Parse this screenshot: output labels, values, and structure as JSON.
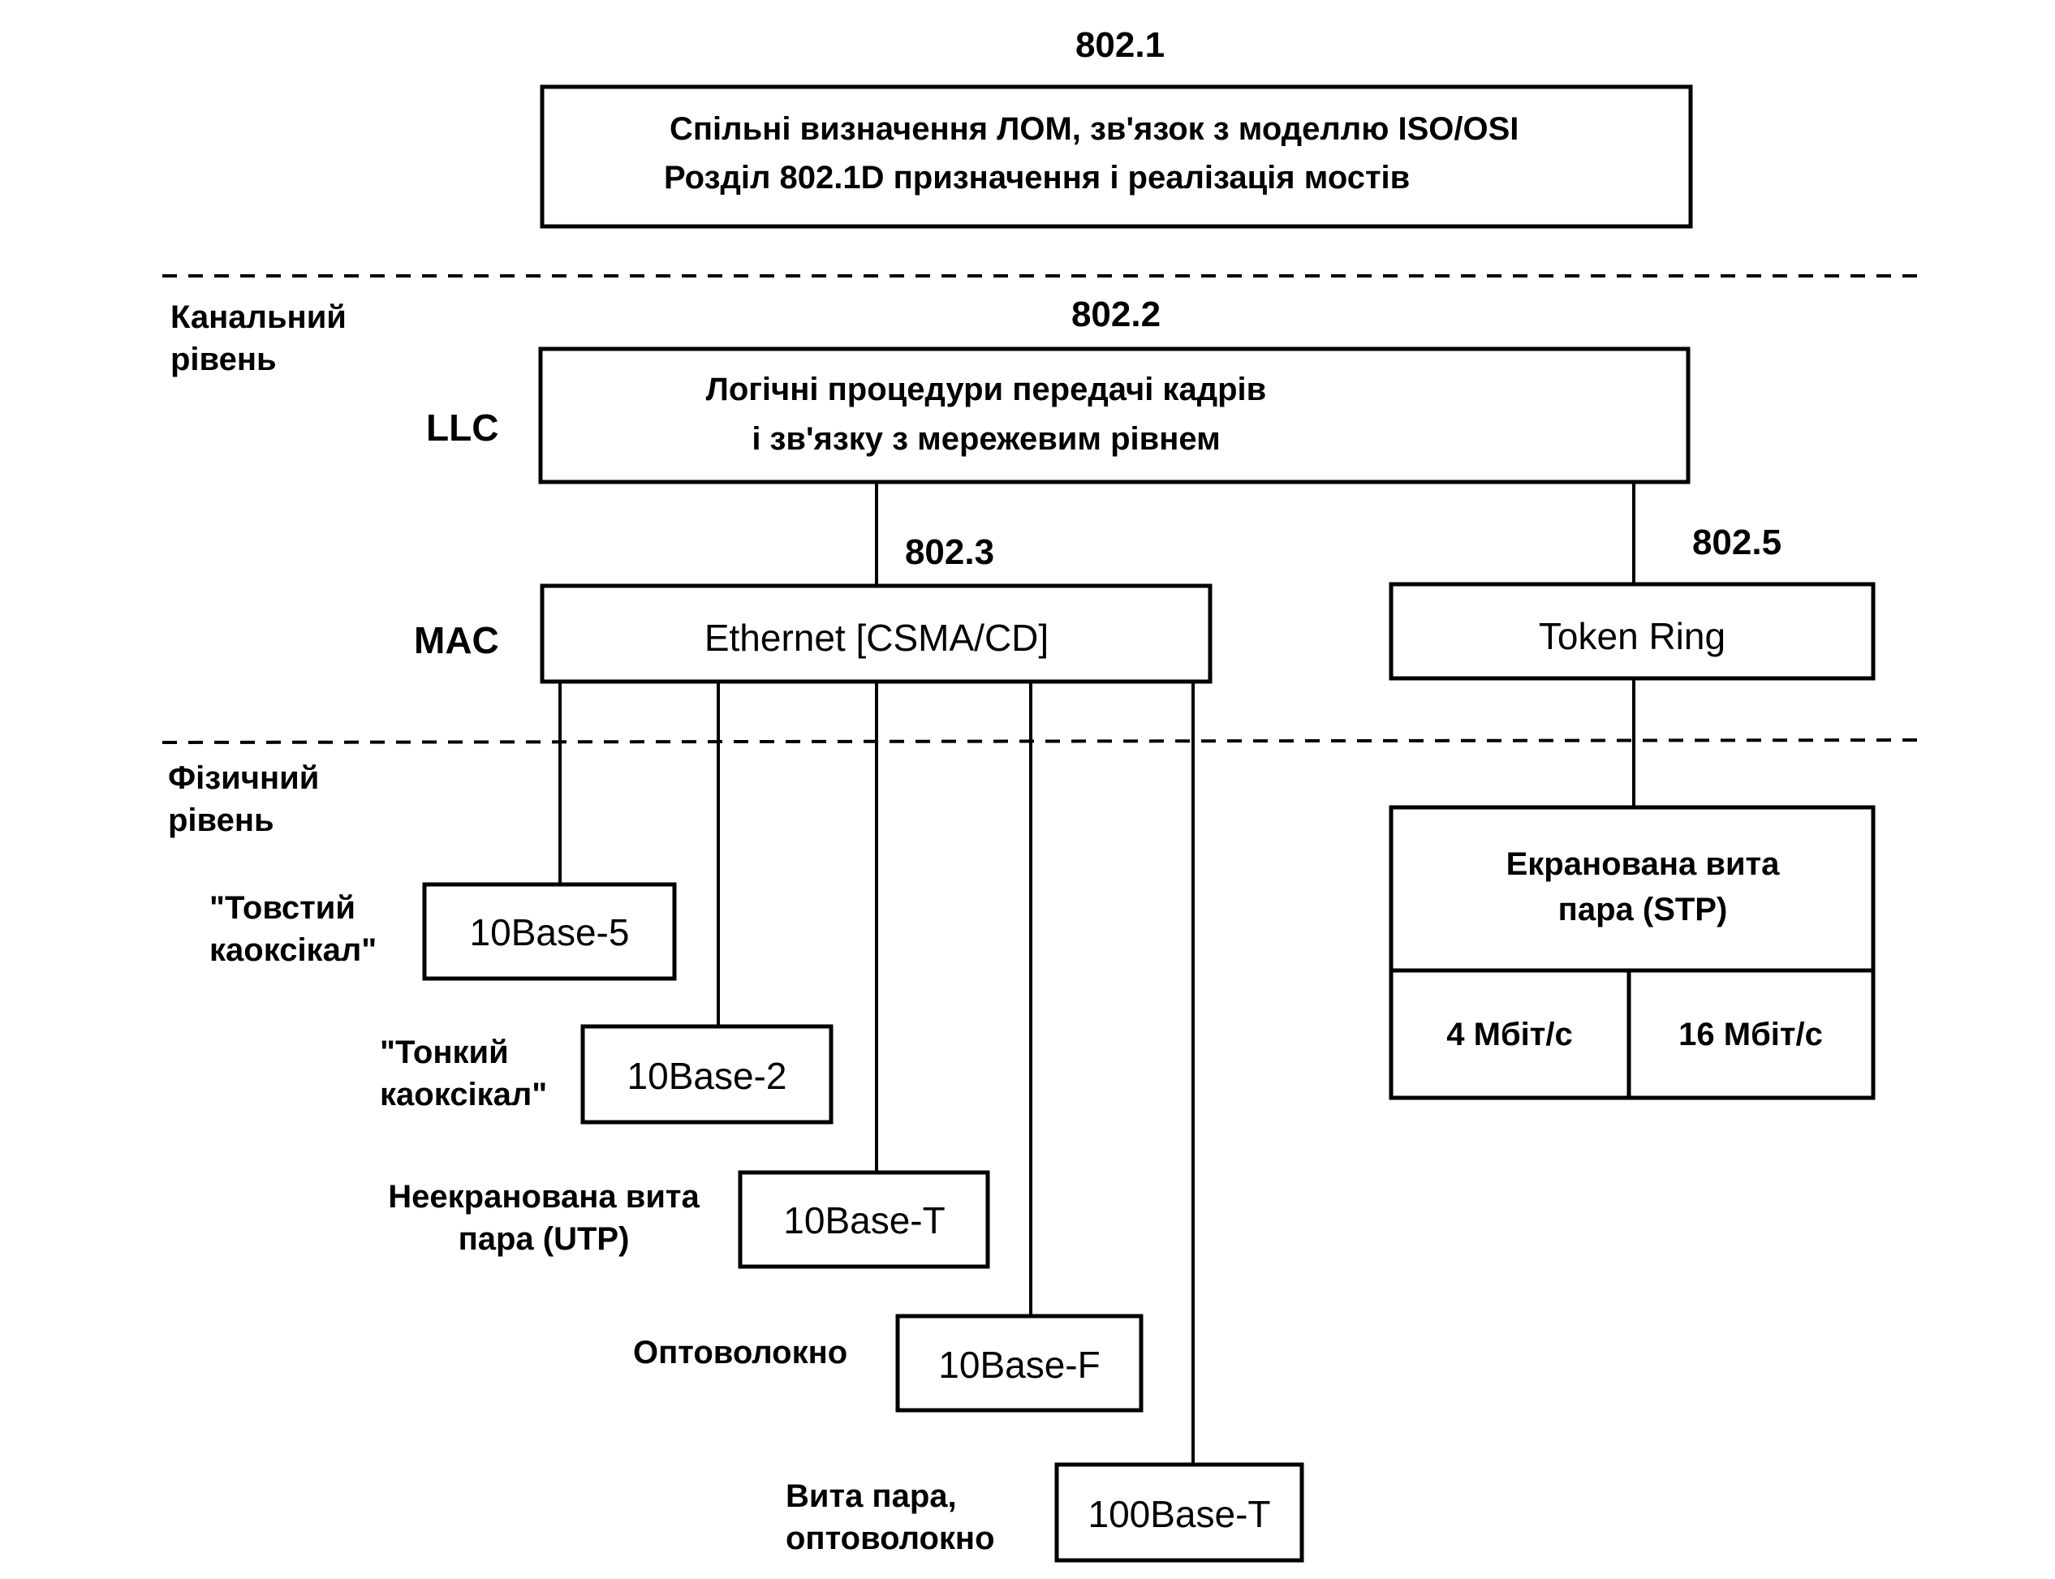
{
  "standards": {
    "s8021": "802.1",
    "s8022": "802.2",
    "s8023": "802.3",
    "s8025": "802.5"
  },
  "box_8021": {
    "line1": "Спільні визначення ЛОМ, зв'язок з моделлю ISO/OSI",
    "line2": "Розділ 802.1D призначення і реалізація мостів"
  },
  "layers": {
    "data_link_line1": "Канальний",
    "data_link_line2": "рівень",
    "physical_line1": "Фізичний",
    "physical_line2": "рівень"
  },
  "sublayers": {
    "llc": "LLC",
    "mac": "MAC"
  },
  "llc_box": {
    "line1": "Логічні процедури передачі кадрів",
    "line2": "і зв'язку з мережевим рівнем"
  },
  "ethernet_box": "Ethernet [CSMA/CD]",
  "token_ring_box": "Token Ring",
  "media": [
    {
      "box": "10Base-5",
      "label_line1": "\"Товстий",
      "label_line2": "каоксікал\""
    },
    {
      "box": "10Base-2",
      "label_line1": "\"Тонкий",
      "label_line2": "каоксікал\""
    },
    {
      "box": "10Base-T",
      "label_line1": "Неекранована вита",
      "label_line2": "пара (UTP)"
    },
    {
      "box": "10Base-F",
      "label_line1": "Оптоволокно",
      "label_line2": ""
    },
    {
      "box": "100Base-T",
      "label_line1": "Вита пара,",
      "label_line2": "оптоволокно"
    }
  ],
  "stp_box": {
    "line1": "Екранована вита",
    "line2": "пара (STP)",
    "speed1": "4 Мбіт/с",
    "speed2": "16 Мбіт/с"
  }
}
